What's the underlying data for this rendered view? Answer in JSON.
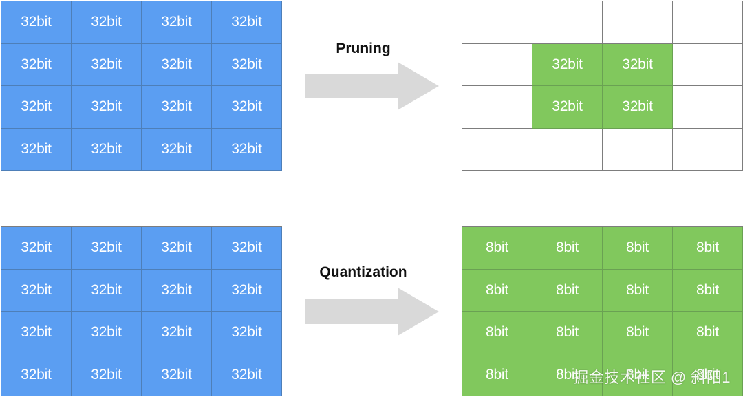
{
  "diagram": {
    "top": {
      "operation_label": "Pruning",
      "source_cells": [
        "32bit",
        "32bit",
        "32bit",
        "32bit",
        "32bit",
        "32bit",
        "32bit",
        "32bit",
        "32bit",
        "32bit",
        "32bit",
        "32bit",
        "32bit",
        "32bit",
        "32bit",
        "32bit"
      ],
      "result_cells": [
        "",
        "",
        "",
        "",
        "",
        "32bit",
        "32bit",
        "",
        "",
        "32bit",
        "32bit",
        "",
        "",
        "",
        "",
        ""
      ],
      "result_states": [
        "empty",
        "empty",
        "empty",
        "empty",
        "empty",
        "kept",
        "kept",
        "empty",
        "empty",
        "kept",
        "kept",
        "empty",
        "empty",
        "empty",
        "empty",
        "empty"
      ]
    },
    "bottom": {
      "operation_label": "Quantization",
      "source_cells": [
        "32bit",
        "32bit",
        "32bit",
        "32bit",
        "32bit",
        "32bit",
        "32bit",
        "32bit",
        "32bit",
        "32bit",
        "32bit",
        "32bit",
        "32bit",
        "32bit",
        "32bit",
        "32bit"
      ],
      "result_cells": [
        "8bit",
        "8bit",
        "8bit",
        "8bit",
        "8bit",
        "8bit",
        "8bit",
        "8bit",
        "8bit",
        "8bit",
        "8bit",
        "8bit",
        "8bit",
        "8bit",
        "8bit",
        "8bit"
      ]
    }
  },
  "colors": {
    "original_weight": "#5b9ef2",
    "kept_weight": "#81c85d",
    "empty_weight": "#ffffff",
    "arrow": "#d9d9d9",
    "grid_line": "#7d7d7d"
  },
  "watermark": "掘金技术社区 @ 斜阳1"
}
